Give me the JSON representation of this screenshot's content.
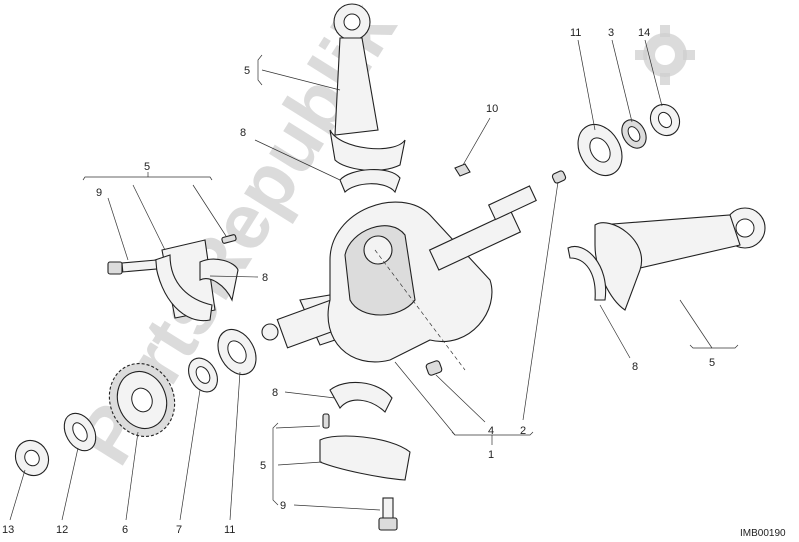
{
  "callouts": {
    "l1": "1",
    "l2": "2",
    "l3": "3",
    "l4": "4",
    "l5_top": "5",
    "l5_left": "5",
    "l5_bottom": "5",
    "l5_right": "5",
    "l6": "6",
    "l7": "7",
    "l8_top": "8",
    "l8_left": "8",
    "l8_bottom": "8",
    "l8_right": "8",
    "l9_left": "9",
    "l9_bottom": "9",
    "l10": "10",
    "l11_top": "11",
    "l11_bottom": "11",
    "l12": "12",
    "l13": "13",
    "l14": "14"
  },
  "drawing_code": "IMB00190",
  "watermark": {
    "text": "PartsRepublik",
    "color": "#cfcfcf"
  },
  "colors": {
    "line": "#222222",
    "part_fill": "#f3f3f3",
    "background": "#ffffff"
  }
}
